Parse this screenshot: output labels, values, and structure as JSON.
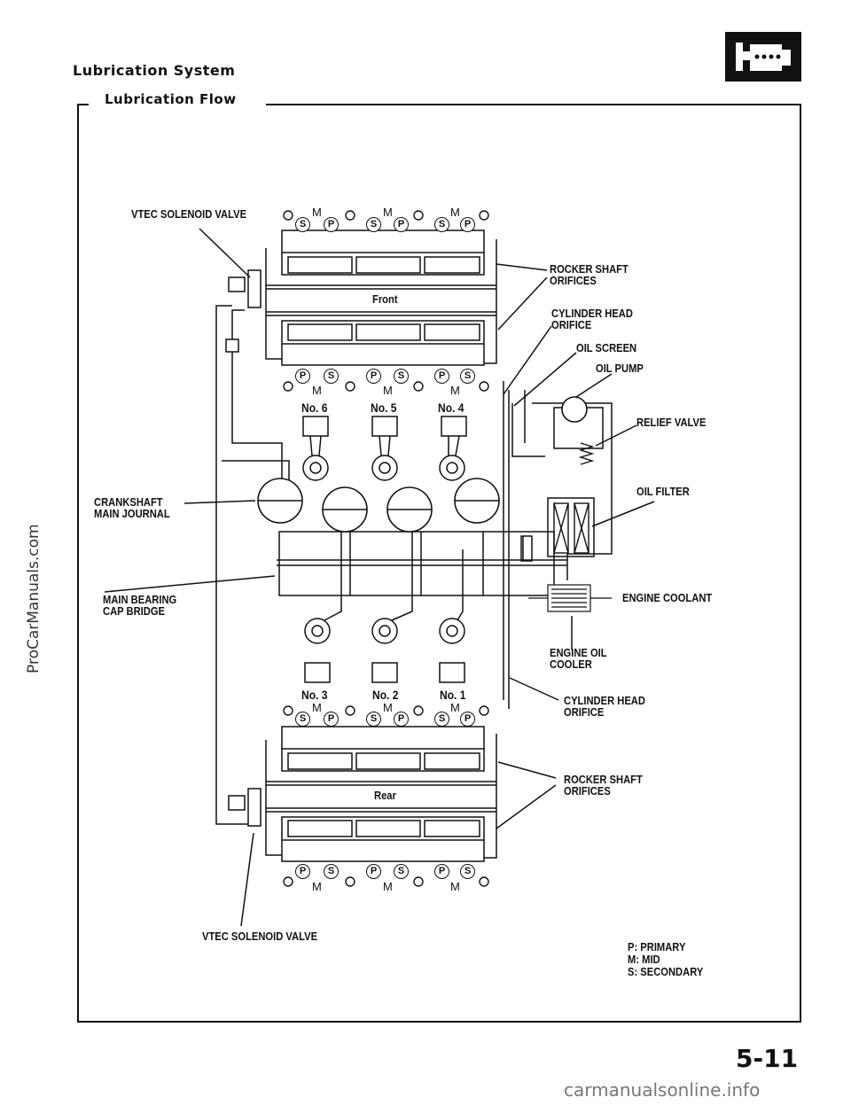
{
  "header": {
    "section_title": "Lubrication System",
    "subtitle": "Lubrication Flow",
    "section_icon": "engine-icon"
  },
  "labels": {
    "vtec_solenoid_top": "VTEC SOLENOID VALVE",
    "rocker_shaft_orifices_top": [
      "ROCKER SHAFT",
      "ORIFICES"
    ],
    "cylinder_head_orifice_top": [
      "CYLINDER HEAD",
      "ORIFICE"
    ],
    "oil_screen": "OIL SCREEN",
    "oil_pump": "OIL PUMP",
    "relief_valve": "RELIEF VALVE",
    "oil_filter": "OIL FILTER",
    "crankshaft_main_journal": [
      "CRANKSHAFT",
      "MAIN JOURNAL"
    ],
    "main_bearing_cap_bridge": [
      "MAIN BEARING",
      "CAP BRIDGE"
    ],
    "engine_coolant": "ENGINE COOLANT",
    "engine_oil_cooler": [
      "ENGINE OIL",
      "COOLER"
    ],
    "cylinder_head_orifice_bottom": [
      "CYLINDER HEAD",
      "ORIFICE"
    ],
    "rocker_shaft_orifices_bottom": [
      "ROCKER SHAFT",
      "ORIFICES"
    ],
    "vtec_solenoid_bottom": "VTEC SOLENOID VALVE",
    "front": "Front",
    "rear": "Rear"
  },
  "cylinders": {
    "top_row": [
      "No. 6",
      "No. 5",
      "No. 4"
    ],
    "bottom_row": [
      "No. 3",
      "No. 2",
      "No. 1"
    ]
  },
  "rocker_letters": {
    "mid": "M",
    "primary": "P",
    "secondary": "S"
  },
  "legend": [
    "P:  PRIMARY",
    "M:  MID",
    "S:   SECONDARY"
  ],
  "page_number": "5-11",
  "watermarks": {
    "side": "ProCarManuals.com",
    "bottom": "carmanualsonline.info"
  }
}
